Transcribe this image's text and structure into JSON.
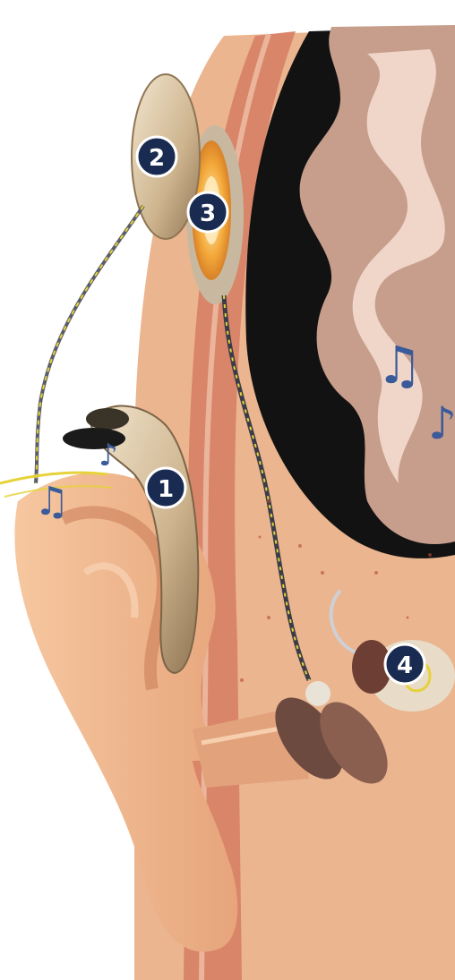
{
  "diagram": {
    "markers": [
      {
        "id": "processor",
        "label": "1"
      },
      {
        "id": "transmitter-coil",
        "label": "2"
      },
      {
        "id": "implant-receiver",
        "label": "3"
      },
      {
        "id": "cochlea-electrode",
        "label": "4"
      }
    ],
    "colors": {
      "skin": "#f0b78d",
      "skin_dark": "#d98c63",
      "skull": "#c8735a",
      "brain": "#c89a88",
      "brain_light": "#efd5c7",
      "cavity": "#111111",
      "device": "#d6c2a2",
      "badge": "#1a2b52",
      "note": "#3a5a9a",
      "wire_yellow": "#e6d23a"
    }
  }
}
